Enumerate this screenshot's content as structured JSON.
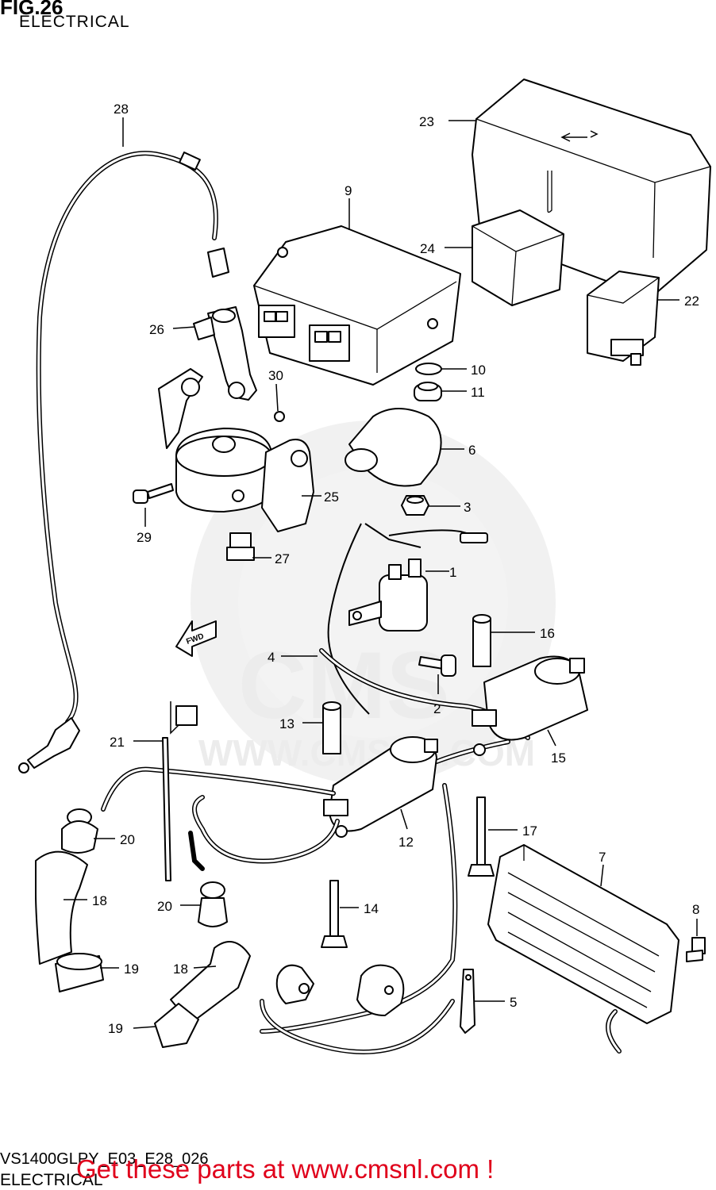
{
  "header": {
    "fig_title": "FIG.26",
    "subtitle": "ELECTRICAL"
  },
  "footer": {
    "model_code": "VS1400GLPY_E03_E28_026",
    "subtitle": "ELECTRICAL",
    "promo": "Get these parts at www.cmsnl.com !"
  },
  "watermark": {
    "brand": "CMS",
    "url": "WWW.CMSNL.COM"
  },
  "diagram": {
    "fwd_label": "FWD",
    "callouts": [
      {
        "id": "1",
        "label": "1"
      },
      {
        "id": "2",
        "label": "2"
      },
      {
        "id": "3",
        "label": "3"
      },
      {
        "id": "4",
        "label": "4"
      },
      {
        "id": "5",
        "label": "5"
      },
      {
        "id": "6",
        "label": "6"
      },
      {
        "id": "7",
        "label": "7"
      },
      {
        "id": "8",
        "label": "8"
      },
      {
        "id": "9",
        "label": "9"
      },
      {
        "id": "10",
        "label": "10"
      },
      {
        "id": "11",
        "label": "11"
      },
      {
        "id": "12",
        "label": "12"
      },
      {
        "id": "13",
        "label": "13"
      },
      {
        "id": "14",
        "label": "14"
      },
      {
        "id": "15",
        "label": "15"
      },
      {
        "id": "16",
        "label": "16"
      },
      {
        "id": "17",
        "label": "17"
      },
      {
        "id": "18a",
        "label": "18"
      },
      {
        "id": "18b",
        "label": "18"
      },
      {
        "id": "19a",
        "label": "19"
      },
      {
        "id": "19b",
        "label": "19"
      },
      {
        "id": "20a",
        "label": "20"
      },
      {
        "id": "20b",
        "label": "20"
      },
      {
        "id": "21",
        "label": "21"
      },
      {
        "id": "22",
        "label": "22"
      },
      {
        "id": "23",
        "label": "23"
      },
      {
        "id": "24",
        "label": "24"
      },
      {
        "id": "25",
        "label": "25"
      },
      {
        "id": "26",
        "label": "26"
      },
      {
        "id": "27",
        "label": "27"
      },
      {
        "id": "28",
        "label": "28"
      },
      {
        "id": "29",
        "label": "29"
      },
      {
        "id": "30",
        "label": "30"
      }
    ]
  }
}
